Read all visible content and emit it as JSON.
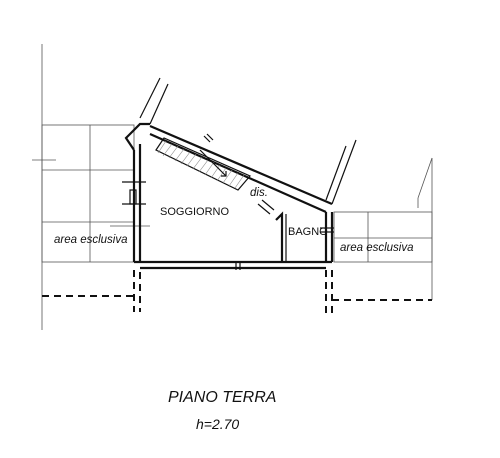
{
  "plan": {
    "title": "PIANO TERRA",
    "height_label": "h=2.70",
    "rooms": {
      "living": "SOGGIORNO",
      "bathroom": "BAGNO",
      "landing": "dis."
    },
    "outdoor": {
      "left_area": "area esclusiva",
      "right_area": "area esclusiva"
    }
  }
}
